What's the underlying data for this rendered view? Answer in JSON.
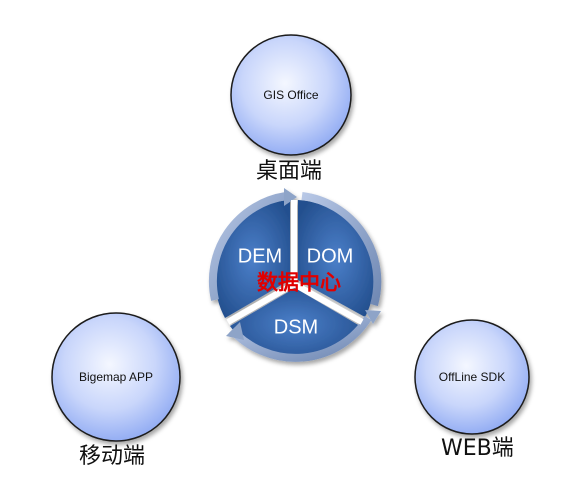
{
  "nodes": {
    "desktop": {
      "label": "GIS Office",
      "caption": "桌面端"
    },
    "mobile": {
      "label": "Bigemap APP",
      "caption": "移动端"
    },
    "web": {
      "label": "OffLine SDK",
      "caption": "WEB端"
    }
  },
  "center": {
    "title": "数据中心",
    "segments": {
      "dem": "DEM",
      "dom": "DOM",
      "dsm": "DSM"
    }
  },
  "colors": {
    "node_fill_light": "#eef3ff",
    "node_fill_dark": "#8aa6f2",
    "node_stroke": "#1a1a1a",
    "segment_fill": "#2e5fa8",
    "ring": "#93a9cc",
    "center_text": "#e00000"
  }
}
